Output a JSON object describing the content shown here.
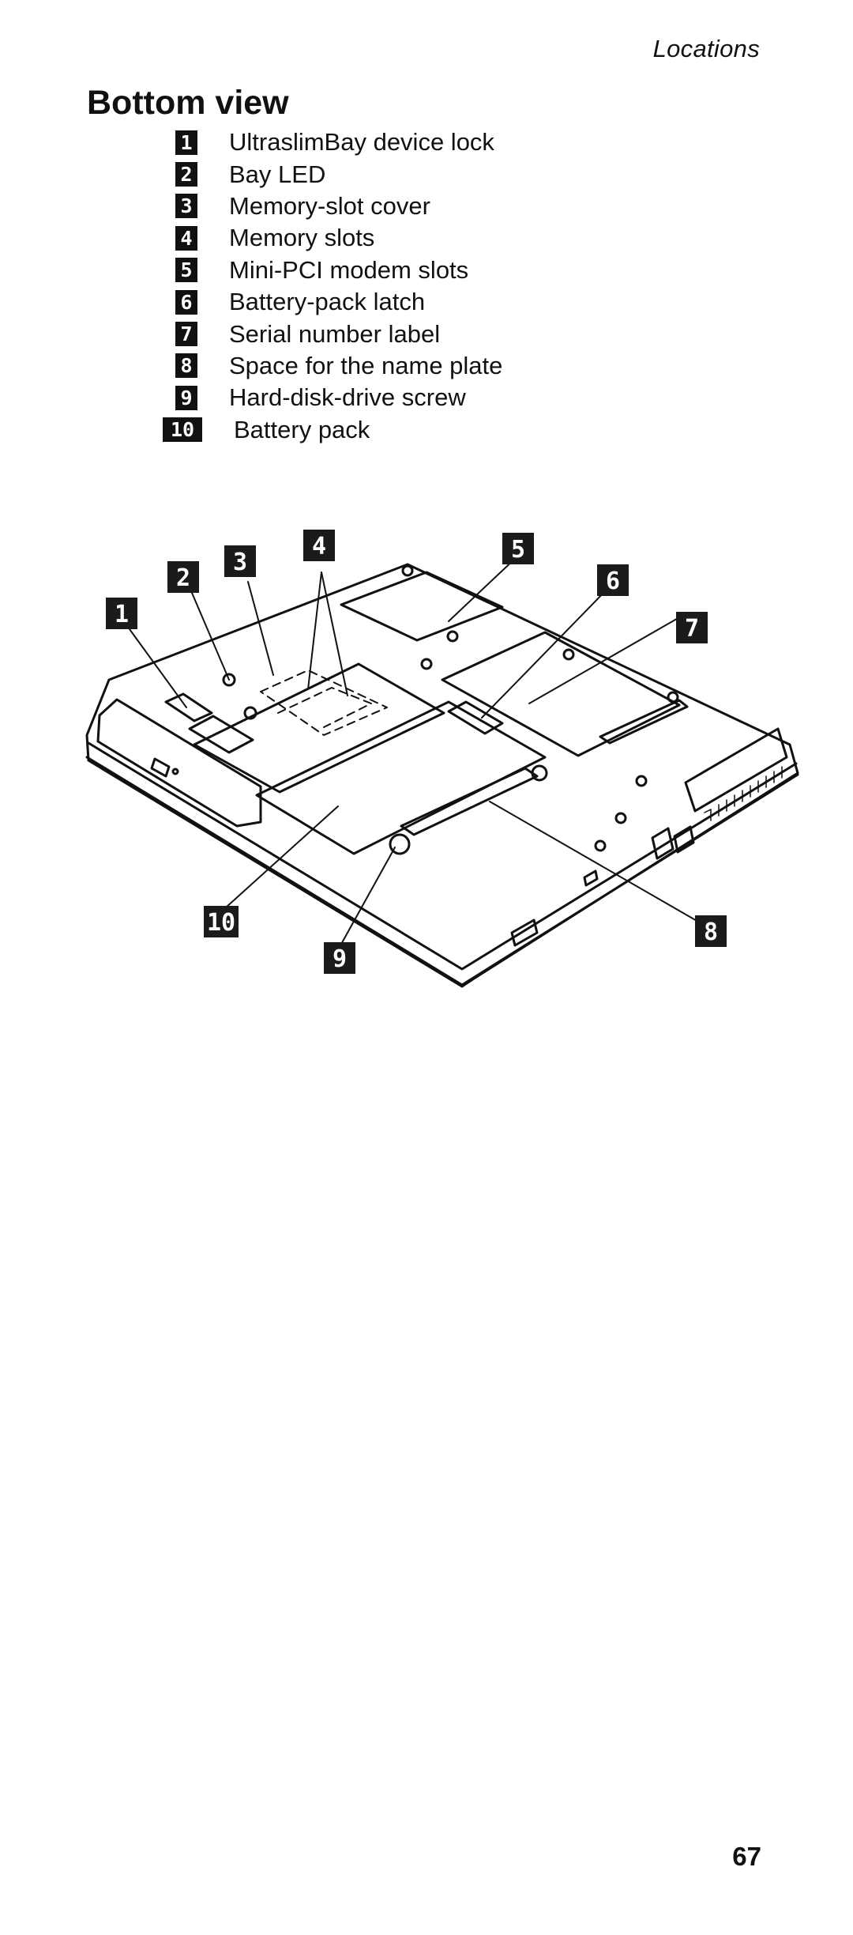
{
  "header": {
    "running_title": "Locations"
  },
  "section": {
    "title": "Bottom view"
  },
  "legend": {
    "items": [
      {
        "num": "1",
        "label": "UltraslimBay device lock"
      },
      {
        "num": "2",
        "label": "Bay LED"
      },
      {
        "num": "3",
        "label": "Memory-slot cover"
      },
      {
        "num": "4",
        "label": "Memory slots"
      },
      {
        "num": "5",
        "label": "Mini-PCI modem slots"
      },
      {
        "num": "6",
        "label": "Battery-pack latch"
      },
      {
        "num": "7",
        "label": "Serial number label"
      },
      {
        "num": "8",
        "label": "Space for the name plate"
      },
      {
        "num": "9",
        "label": "Hard-disk-drive screw"
      },
      {
        "num": "10",
        "label": "Battery pack"
      }
    ]
  },
  "figure": {
    "callouts": [
      "1",
      "2",
      "3",
      "4",
      "5",
      "6",
      "7",
      "8",
      "9",
      "10"
    ]
  },
  "footer": {
    "page_number": "67"
  }
}
